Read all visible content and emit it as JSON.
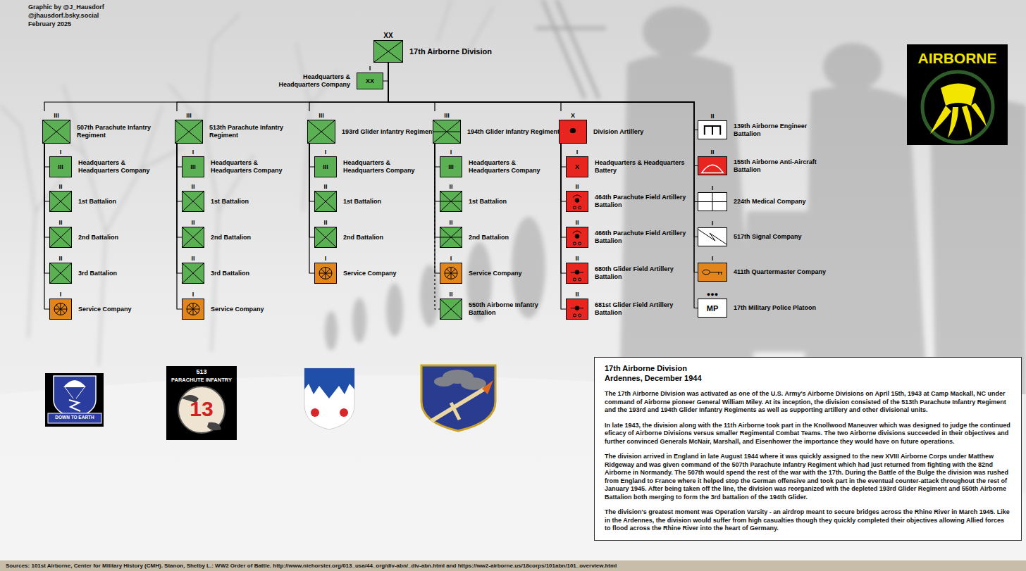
{
  "diagram": {
    "nodes": [
      {
        "text": [
          "XX",
          "17th Airborne Division"
        ]
      },
      {
        "text": [
          "I",
          "XX",
          "Headquarters & Headquarters Company"
        ]
      },
      {
        "text": [
          "III",
          "507th Parachute Infantry Regiment"
        ]
      },
      {
        "text": [
          "I",
          "III",
          "Headquarters & Headquarters Company"
        ]
      },
      {
        "text": [
          "II",
          "1st Battalion"
        ]
      },
      {
        "text": [
          "II",
          "2nd Battalion"
        ]
      },
      {
        "text": [
          "II",
          "3rd Battalion"
        ]
      },
      {
        "text": [
          "I",
          "Service Company"
        ]
      },
      {
        "text": [
          "III",
          "513th Parachute Infantry Regiment"
        ]
      },
      {
        "text": [
          "I",
          "III",
          "Headquarters & Headquarters Company"
        ]
      },
      {
        "text": [
          "II",
          "1st Battalion"
        ]
      },
      {
        "text": [
          "II",
          "2nd Battalion"
        ]
      },
      {
        "text": [
          "II",
          "3rd Battalion"
        ]
      },
      {
        "text": [
          "I",
          "Service Company"
        ]
      },
      {
        "text": [
          "III",
          "193rd Glider Infantry Regiment"
        ]
      },
      {
        "text": [
          "I",
          "III",
          "Headquarters & Headquarters Company"
        ]
      },
      {
        "text": [
          "II",
          "1st Battalion"
        ]
      },
      {
        "text": [
          "II",
          "2nd Battalion"
        ]
      },
      {
        "text": [
          "I",
          "Service Company"
        ]
      },
      {
        "text": [
          "III",
          "194th Glider Infantry Regiment"
        ]
      },
      {
        "text": [
          "I",
          "III",
          "Headquarters & Headquarters Company"
        ]
      },
      {
        "text": [
          "II",
          "1st Battalion"
        ]
      },
      {
        "text": [
          "II",
          "2nd Battalion"
        ]
      },
      {
        "text": [
          "I",
          "Service Company"
        ]
      },
      {
        "text": [
          "II",
          "550th Airborne Infantry Battalion"
        ]
      },
      {
        "text": [
          "X",
          "Division Artillery"
        ]
      },
      {
        "text": [
          "I",
          "X",
          "Headquarters & Headquarters Battery"
        ]
      },
      {
        "text": [
          "II",
          "464th Parachute Field Artillery Battalion"
        ]
      },
      {
        "text": [
          "II",
          "466th Parachute Field Artillery Battalion"
        ]
      },
      {
        "text": [
          "II",
          "680th Glider Field Artillery Battalion"
        ]
      },
      {
        "text": [
          "II",
          "681st Glider Field Artillery Battalion"
        ]
      },
      {
        "text": [
          "II",
          "139th Airborne Engineer Battalion"
        ]
      },
      {
        "text": [
          "II",
          "155th Airborne Anti-Aircraft Battalion"
        ]
      },
      {
        "text": [
          "I",
          "224th Medical Company"
        ]
      },
      {
        "text": [
          "I",
          "517th Signal Company"
        ]
      },
      {
        "text": [
          "I",
          "411th Quartermaster Company"
        ]
      },
      {
        "text": [
          "●●●",
          "MP",
          "17th Military Police Platoon"
        ]
      },
      {
        "text": [
          "17th Airborne Division",
          "Ardennes, December 1944",
          "The 17th Airborne Division was activated as one of the U.S. Army's Airborne Divisions on April 15th, 1943 at Camp Mackall, NC under command of Airborne pioneer General William Miley. At its inception, the division consisted of the 513th Parachute Infantry Regiment and the 193rd and 194th Glider Infantry Regiments as well as supporting artillery and other divisional units.",
          "In late 1943, the division along with the 11th Airborne took part in the Knollwood Maneuver which was designed to judge the continued eficacy of Airborne Divisions versus smaller Regimental Combat Teams. The two Airborne divisions succeeded in their objectives and further convinced Generals McNair, Marshall, and Eisenhower the importance they would have on future operations.",
          "The division arrived in England in late August 1944 where it was quickly assigned to the new XVIII Airborne Corps under Matthew Ridgeway and was given command of the 507th Parachute Infantry Regiment which had just returned from fighting with the 82nd Airborne in Normandy. The 507th would spend the rest of the war with the 17th. During the Battle of the Bulge the division was rushed from England to France where it helped stop the German offensive and took part in the eventual counter-attack throughout the rest of January 1945. After being taken off the line, the division was reorganized with the depleted 193rd Glider Regiment and 550th Airborne Battalion both merging to form the 3rd battalion of the 194th Glider.",
          "The division's greatest moment was Operation Varsity - an airdrop meant to secure bridges across the Rhine River in March 1945. Like in the Ardennes, the division would suffer from high casualties though they quickly completed their objectives allowing Allied forces to flood across the Rhine River into the heart of Germany."
        ]
      },
      {
        "text": [
          "Sources: 101st Airborne, Center for Military History (CMH). Stanon, Shelby L.: WW2 Order of Battle. http://www.niehorster.org/013_usa/44_org/div-abn/_div-abn.html and https://ww2-airborne.us/18corps/101abn/101_overview.html"
        ]
      }
    ],
    "edges": [
      {
        "from": 0,
        "to": 1,
        "arrow": "none"
      },
      {
        "from": 0,
        "to": 2,
        "arrow": "none"
      },
      {
        "from": 2,
        "to": 3,
        "arrow": "none"
      },
      {
        "from": 2,
        "to": 4,
        "arrow": "none"
      },
      {
        "from": 2,
        "to": 5,
        "arrow": "none"
      },
      {
        "from": 2,
        "to": 6,
        "arrow": "none"
      },
      {
        "from": 2,
        "to": 7,
        "arrow": "none"
      },
      {
        "from": 0,
        "to": 8,
        "arrow": "none"
      },
      {
        "from": 8,
        "to": 9,
        "arrow": "none"
      },
      {
        "from": 8,
        "to": 10,
        "arrow": "none"
      },
      {
        "from": 8,
        "to": 11,
        "arrow": "none"
      },
      {
        "from": 8,
        "to": 12,
        "arrow": "none"
      },
      {
        "from": 8,
        "to": 13,
        "arrow": "none"
      },
      {
        "from": 0,
        "to": 14,
        "arrow": "none"
      },
      {
        "from": 14,
        "to": 15,
        "arrow": "none"
      },
      {
        "from": 14,
        "to": 16,
        "arrow": "none"
      },
      {
        "from": 14,
        "to": 17,
        "arrow": "none"
      },
      {
        "from": 14,
        "to": 18,
        "arrow": "none"
      },
      {
        "from": 0,
        "to": 19,
        "arrow": "none"
      },
      {
        "from": 19,
        "to": 20,
        "arrow": "none"
      },
      {
        "from": 19,
        "to": 21,
        "arrow": "none"
      },
      {
        "from": 19,
        "to": 22,
        "arrow": "none"
      },
      {
        "from": 19,
        "to": 23,
        "arrow": "none"
      },
      {
        "from": 19,
        "to": 24,
        "arrow": "none"
      },
      {
        "from": 0,
        "to": 25,
        "arrow": "none"
      },
      {
        "from": 25,
        "to": 26,
        "arrow": "none"
      },
      {
        "from": 25,
        "to": 27,
        "arrow": "none"
      },
      {
        "from": 25,
        "to": 28,
        "arrow": "none"
      },
      {
        "from": 25,
        "to": 29,
        "arrow": "none"
      },
      {
        "from": 25,
        "to": 30,
        "arrow": "none"
      },
      {
        "from": 0,
        "to": 31,
        "arrow": "none"
      },
      {
        "from": 0,
        "to": 32,
        "arrow": "none"
      },
      {
        "from": 0,
        "to": 33,
        "arrow": "none"
      },
      {
        "from": 0,
        "to": 34,
        "arrow": "none"
      },
      {
        "from": 0,
        "to": 35,
        "arrow": "none"
      },
      {
        "from": 0,
        "to": 36,
        "arrow": "none"
      }
    ],
    "labels": [
      "Graphic by @J_Hausdorf",
      "@jhausdorf.bsky.social",
      "February 2025",
      "AIRBORNE",
      "DOWN TO EARTH",
      "513",
      "PARACHUTE INFANTRY",
      "13"
    ]
  }
}
